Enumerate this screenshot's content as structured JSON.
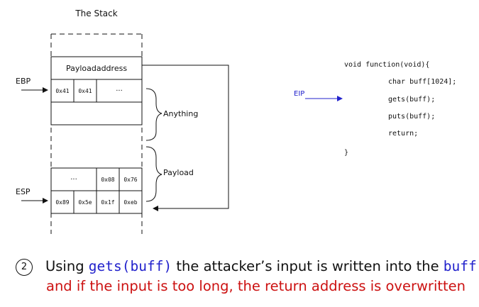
{
  "stack": {
    "title": "The Stack",
    "payload_address_label": "Payloadaddress",
    "ebp_label": "EBP",
    "esp_label": "ESP",
    "ebp_row_cells": [
      "0x41",
      "0x41",
      "···"
    ],
    "upper_payload_row_cells": [
      "···",
      "0x08",
      "0x76"
    ],
    "lower_payload_row_cells": [
      "0x89",
      "0x5e",
      "0x1f",
      "0xeb"
    ],
    "anything_label": "Anything",
    "payload_label": "Payload"
  },
  "code": {
    "eip_label": "EIP",
    "lines": [
      "void function(void){",
      "char buff[1024];",
      "gets(buff);",
      "puts(buff);",
      "return;",
      "}"
    ]
  },
  "caption": {
    "number": "2",
    "line1_pre": "Using ",
    "line1_code1": "gets(buff)",
    "line1_mid": " the attacker’s input is written into the ",
    "line1_code2": "buff",
    "line2": "and if the input is too long, the return address is overwritten"
  },
  "colors": {
    "eip": "#2222cc",
    "code_highlight": "#2222cc",
    "warning": "#cc1111"
  }
}
